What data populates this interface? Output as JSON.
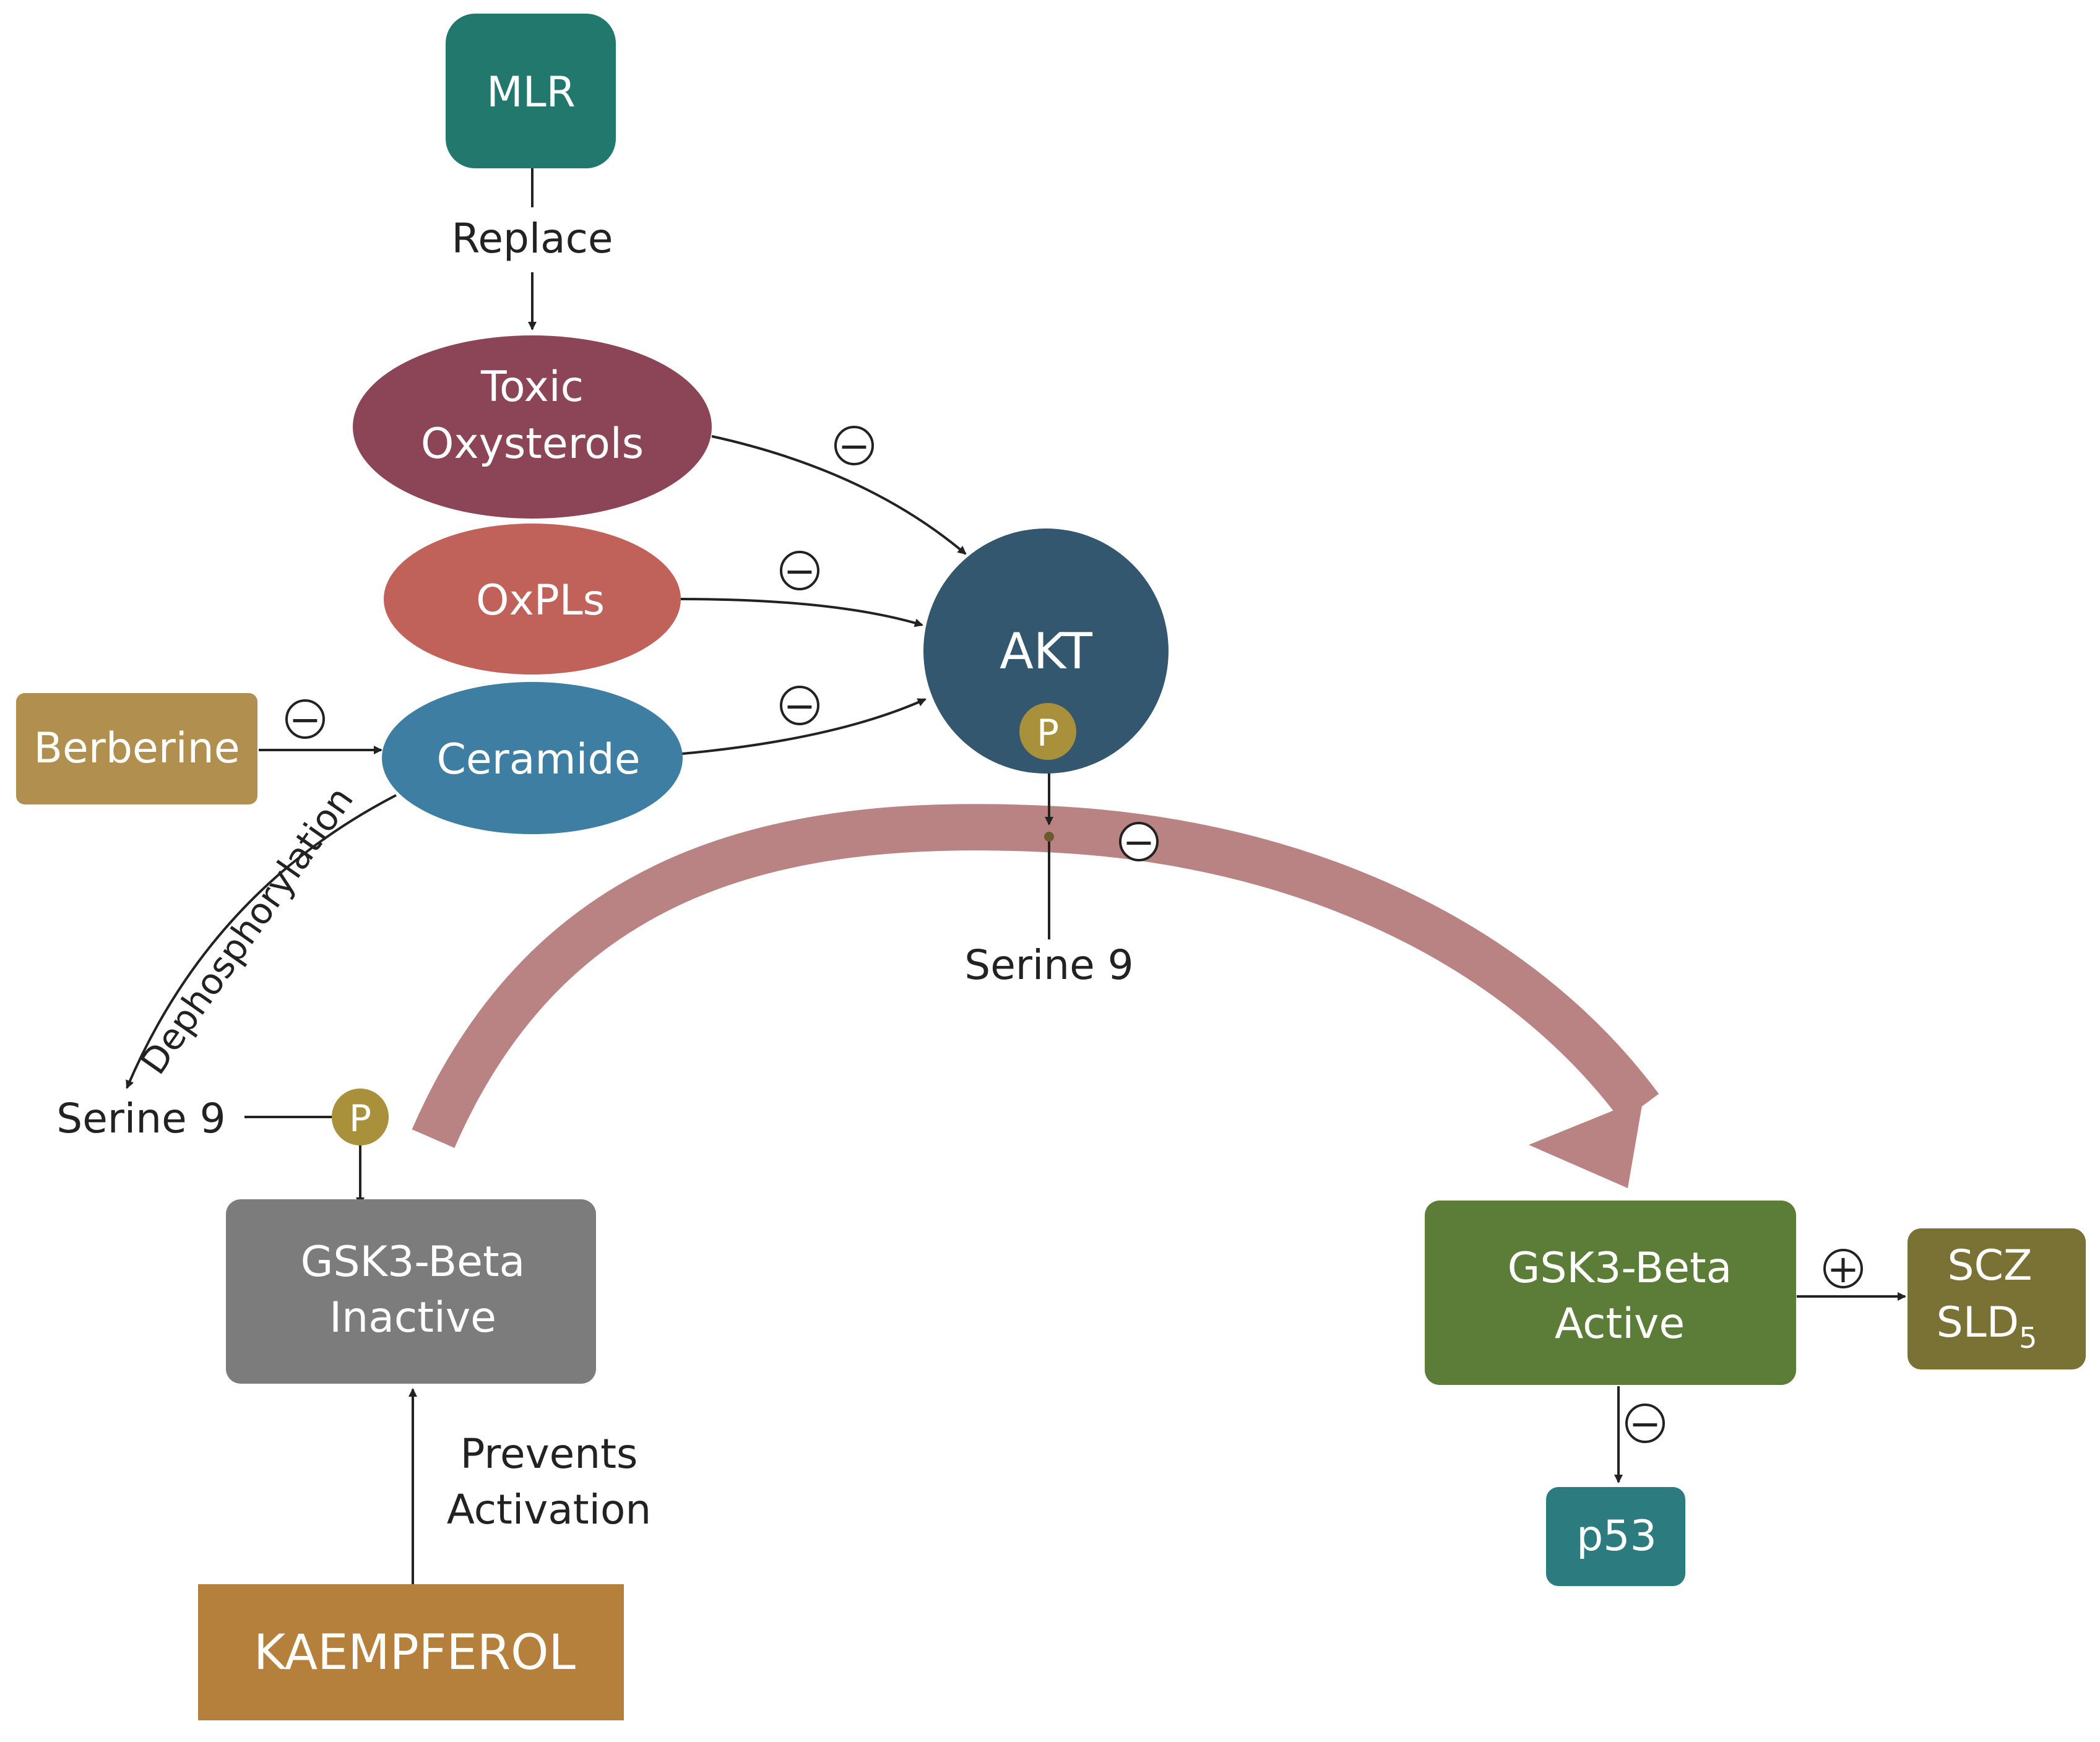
{
  "nodes": {
    "mlr": {
      "label": "MLR",
      "color": "#23786e"
    },
    "toxic_oxysterols": {
      "line1": "Toxic",
      "line2": "Oxysterols",
      "color": "#8c4457"
    },
    "oxpls": {
      "label": "OxPLs",
      "color": "#c0625a"
    },
    "ceramide": {
      "label": "Ceramide",
      "color": "#3e7ea3"
    },
    "berberine": {
      "label": "Berberine",
      "color": "#b08f4f"
    },
    "akt": {
      "label": "AKT",
      "color": "#33576f"
    },
    "gsk3_inactive": {
      "line1": "GSK3-Beta",
      "line2": "Inactive",
      "color": "#7c7c7c"
    },
    "gsk3_active": {
      "line1": "GSK3-Beta",
      "line2": "Active",
      "color": "#5c7d37"
    },
    "kaempferol": {
      "label": "KAEMPFEROL",
      "color": "#b5803b"
    },
    "p53": {
      "label": "p53",
      "color": "#2c7b7f"
    },
    "scz_sld5": {
      "line1": "SCZ",
      "line2_main": "SLD",
      "line2_sub": "5",
      "color": "#7a7134"
    }
  },
  "phospho": {
    "label": "P",
    "color": "#a8913a"
  },
  "edge_labels": {
    "replace": "Replace",
    "dephosphorylation": "Dephosphorylation",
    "serine9_left": "Serine 9",
    "serine9_right": "Serine 9",
    "prevents_line1": "Prevents",
    "prevents_line2": "Activation"
  },
  "symbols": {
    "inhibit": "−",
    "activate": "+"
  },
  "colors": {
    "arc": "#b98383",
    "line": "#222222"
  }
}
